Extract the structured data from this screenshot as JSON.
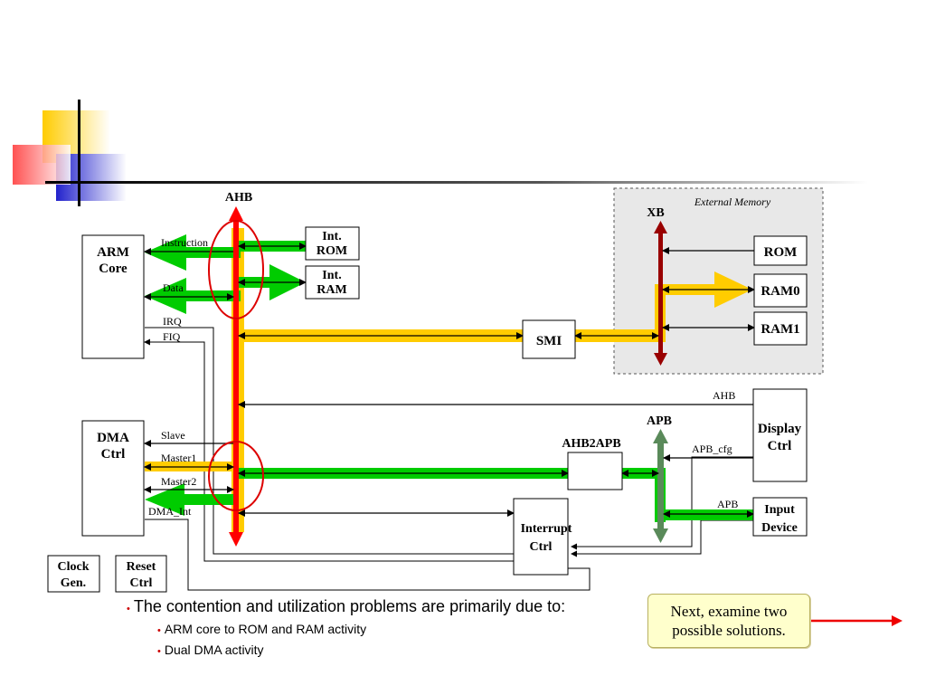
{
  "bus_labels": {
    "ahb": "AHB",
    "xb": "XB",
    "apb": "APB"
  },
  "external_memory_label": "External Memory",
  "blocks": {
    "arm_core": [
      "ARM",
      "Core"
    ],
    "dma_ctrl": [
      "DMA",
      "Ctrl"
    ],
    "int_rom": [
      "Int.",
      "ROM"
    ],
    "int_ram": [
      "Int.",
      "RAM"
    ],
    "smi": "SMI",
    "rom": "ROM",
    "ram0": "RAM0",
    "ram1": "RAM1",
    "display_ctrl": [
      "Display",
      "Ctrl"
    ],
    "input_device": [
      "Input",
      "Device"
    ],
    "ahb2apb": "AHB2APB",
    "interrupt_ctrl": [
      "Interrupt",
      "Ctrl"
    ],
    "clock_gen": [
      "Clock",
      "Gen."
    ],
    "reset_ctrl": [
      "Reset",
      "Ctrl"
    ]
  },
  "signal_labels": {
    "instruction": "Instruction",
    "data": "Data",
    "irq": "IRQ",
    "fiq": "FIQ",
    "slave": "Slave",
    "master1": "Master1",
    "master2": "Master2",
    "dma_int": "DMA_Int",
    "ahb_display": "AHB",
    "apb_cfg": "APB_cfg",
    "apb_input": "APB"
  },
  "bullets": {
    "main": "The contention and utilization problems are primarily due to:",
    "sub": [
      "ARM core to ROM and RAM activity",
      "Dual DMA activity"
    ]
  },
  "note": [
    "Next, examine two",
    "possible solutions."
  ],
  "colors": {
    "ahb_bus": "#ff0000",
    "xb_bus": "#990000",
    "apb_bus": "#5a8a5a",
    "green_traffic": "#00cc00",
    "yellow_traffic": "#ffcc00",
    "contention_circle": "#dd0000",
    "ext_mem_bg": "#e8e8e8",
    "note_bg": "#ffffcc"
  }
}
